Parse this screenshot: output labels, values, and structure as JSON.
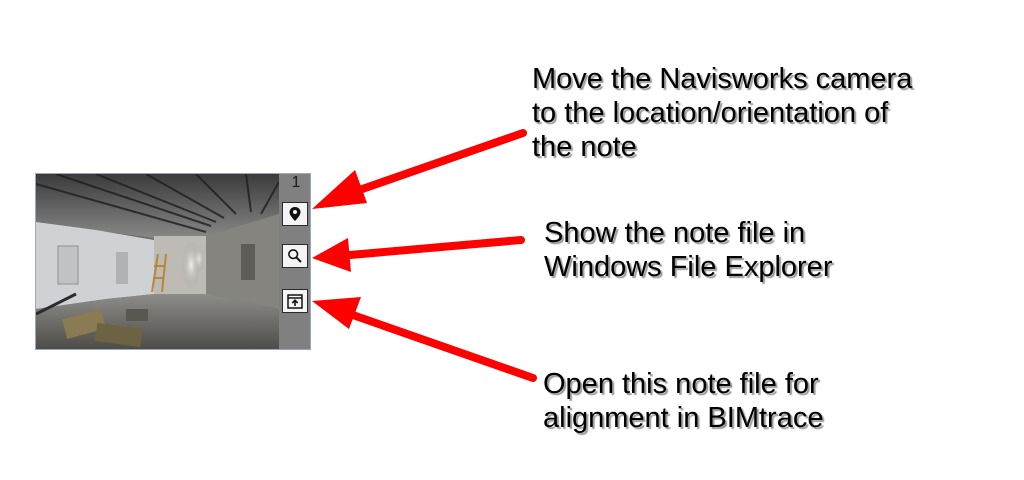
{
  "thumbnail": {
    "note_number": "1",
    "buttons": [
      {
        "icon": "map-pin-icon"
      },
      {
        "icon": "magnifier-icon"
      },
      {
        "icon": "open-window-icon"
      }
    ]
  },
  "callouts": {
    "camera": {
      "lines": [
        "Move the Navisworks camera",
        "to the location/orientation of",
        "the note"
      ]
    },
    "explorer": {
      "lines": [
        "Show the note file in",
        "Windows File Explorer"
      ]
    },
    "open": {
      "lines": [
        "Open this note file for",
        "alignment in BIMtrace"
      ]
    }
  },
  "colors": {
    "arrow": "#ff0000",
    "thumbnail_frame": "#98a9bd",
    "strip": "#808080"
  }
}
